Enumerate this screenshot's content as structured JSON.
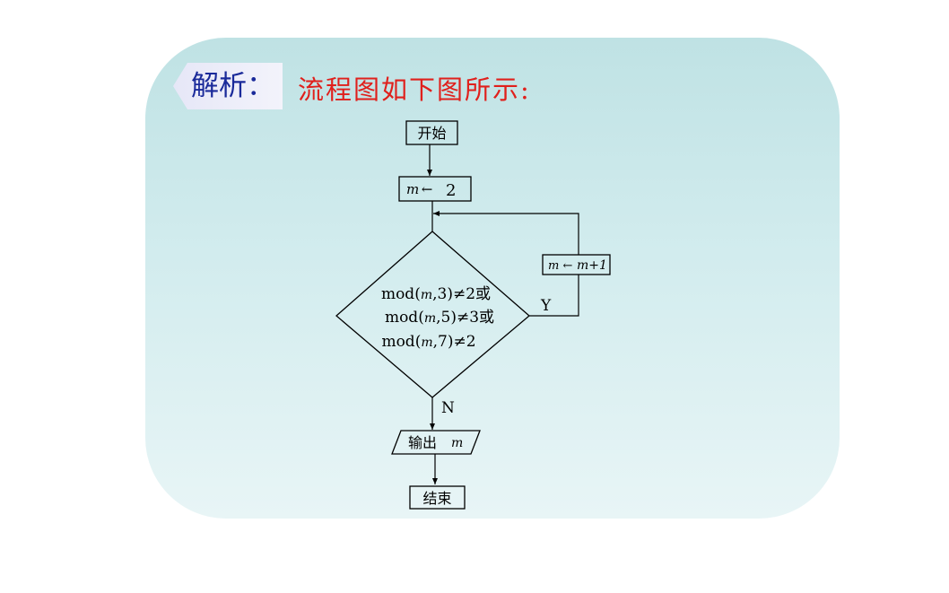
{
  "header": {
    "tag": "解析：",
    "title": "流程图如下图所示:"
  },
  "flowchart": {
    "start": "开始",
    "init": {
      "var": "m",
      "arrow": "←",
      "value": "2"
    },
    "increment": {
      "var": "m",
      "arrow": "←",
      "expr": "m+1"
    },
    "condition": {
      "line1": {
        "pre": "mod(",
        "var": "m",
        "post": ",3)≠2或"
      },
      "line2": {
        "pre": "mod(",
        "var": "m",
        "post": ",5)≠3或"
      },
      "line3": {
        "pre": "mod(",
        "var": "m",
        "post": ",7)≠2"
      }
    },
    "yes_label": "Y",
    "no_label": "N",
    "output": {
      "text": "输出",
      "var": "m"
    },
    "end": "结束"
  },
  "colors": {
    "title_red": "#e0201c",
    "tag_blue": "#1a2a9a"
  }
}
